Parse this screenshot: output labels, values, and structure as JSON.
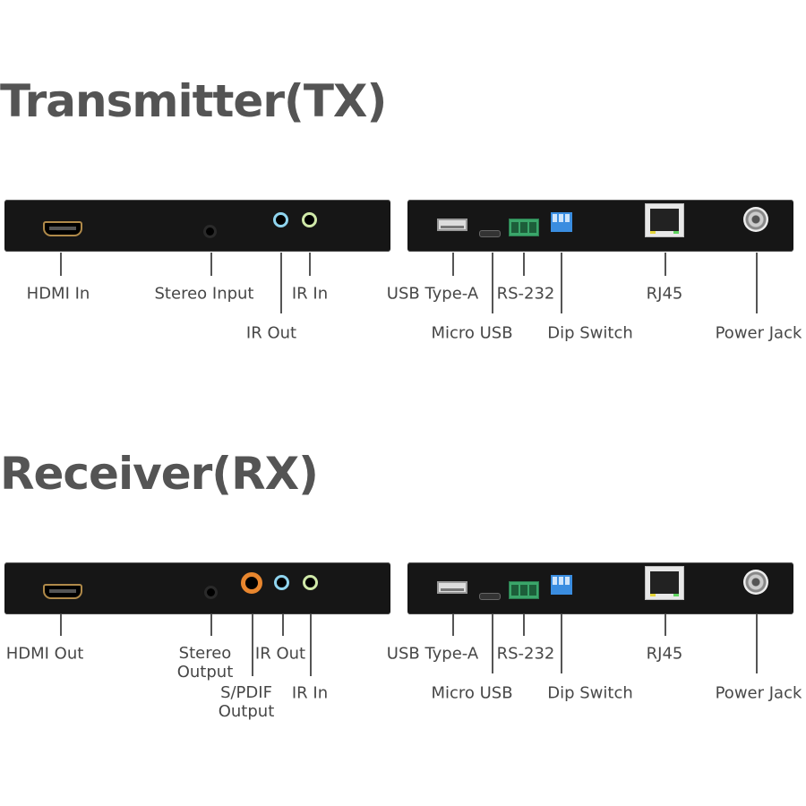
{
  "transmitter": {
    "title": "Transmitter(TX)",
    "labels": {
      "hdmi": "HDMI In",
      "stereo": "Stereo Input",
      "ir_in": "IR In",
      "ir_out": "IR Out",
      "usb_a": "USB Type-A",
      "rs232": "RS-232",
      "rj45": "RJ45",
      "micro_usb": "Micro USB",
      "dip": "Dip Switch",
      "power": "Power Jack"
    }
  },
  "receiver": {
    "title": "Receiver(RX)",
    "labels": {
      "hdmi": "HDMI Out",
      "stereo_1": "Stereo",
      "stereo_2": "Output",
      "ir_out": "IR Out",
      "spdif_1": "S/PDIF",
      "spdif_2": "Output",
      "ir_in": "IR In",
      "usb_a": "USB Type-A",
      "rs232": "RS-232",
      "rj45": "RJ45",
      "micro_usb": "Micro USB",
      "dip": "Dip Switch",
      "power": "Power Jack"
    }
  },
  "colors": {
    "panel": "#161616",
    "ir_out_ring": "#8fd4ee",
    "ir_in_ring": "#cfe8a8",
    "spdif_ring": "#e8862e",
    "terminal_block": "#3aa66a",
    "dip_switch": "#3a8de0"
  }
}
